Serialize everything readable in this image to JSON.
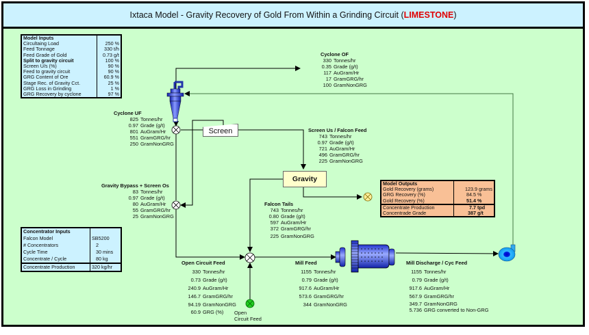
{
  "title": {
    "prefix": "Ixtaca Model - Gravity Recovery of Gold From Within a Grinding Circuit (",
    "highlight": "LIMESTONE",
    "suffix": ")"
  },
  "model_inputs": {
    "header": "Model Inputs",
    "rows": [
      {
        "label": "Circultaing Load",
        "value": "250",
        "unit": "%"
      },
      {
        "label": "Feed Tonnage",
        "value": "330",
        "unit": "t/h"
      },
      {
        "label": "Feed Grade of Gold",
        "value": "0.73",
        "unit": "g/t"
      },
      {
        "label": "Split to gravity circuit",
        "value": "100",
        "unit": "%",
        "bold": true
      },
      {
        "label": "Screen U/s (%)",
        "value": "90",
        "unit": "%"
      },
      {
        "label": "Feed to gravity circuit",
        "value": "90",
        "unit": "%"
      },
      {
        "label": "GRG Content of Ore",
        "value": "60.9",
        "unit": "%"
      },
      {
        "label": "Stage Rec. of Gravity Cct.",
        "value": "25",
        "unit": "%"
      },
      {
        "label": "GRG Loss in Grinding",
        "value": "1",
        "unit": "%"
      },
      {
        "label": "GRG Recovery by cyclone",
        "value": "97",
        "unit": "%"
      }
    ]
  },
  "concentrator_inputs": {
    "header": "Concentrator Inputs",
    "rows": [
      {
        "label": "Falcon Model",
        "value": "SB5200"
      },
      {
        "label": "# Concentrators",
        "value": "2"
      },
      {
        "label": "Cycle Time",
        "value": "30  mins"
      },
      {
        "label": "Concentrate / Cycle",
        "value": "80  kg"
      }
    ],
    "total": {
      "label": "Concentrate Production",
      "value": "320  kg/hr"
    }
  },
  "model_outputs": {
    "header": "Model Outputs",
    "rows": [
      {
        "label": "Gold Recovery (grams)",
        "value": "123.9",
        "unit": "grams"
      },
      {
        "label": "GRG Recovery (%)",
        "value": "84.5",
        "unit": "%"
      },
      {
        "label": "Gold Recovery (%)",
        "value": "51.4",
        "unit": "%",
        "bold": true
      }
    ],
    "rows2": [
      {
        "label": "Concentrate Production",
        "value": "7.7",
        "unit": "tpd",
        "bold": true
      },
      {
        "label": "Concentrade Grade",
        "value": "387",
        "unit": "g/t",
        "bold": true
      }
    ]
  },
  "units": {
    "screen": "Screen",
    "gravity": "Gravity",
    "open_feed_label_1": "Open",
    "open_feed_label_2": "Circuit Feed"
  },
  "streams": {
    "cyclone_of": {
      "title": "Cyclone OF",
      "rows": [
        [
          "330",
          "Tonnes/hr"
        ],
        [
          "0.35",
          "Grade (g/t)"
        ],
        [
          "117",
          "AuGram/Hr"
        ],
        [
          "17",
          "GramGRG/hr"
        ],
        [
          "100",
          "GramNonGRG"
        ]
      ]
    },
    "cyclone_uf": {
      "title": "Cyclone UF",
      "rows": [
        [
          "825",
          "Tonnes/hr"
        ],
        [
          "0.97",
          "Grade (g/t)"
        ],
        [
          "801",
          "AuGram/Hr"
        ],
        [
          "551",
          "GramGRG/hr"
        ],
        [
          "250",
          "GramNonGRG"
        ]
      ]
    },
    "screen_us": {
      "title": "Screen Us / Falcon Feed",
      "rows": [
        [
          "743",
          "Tonnes/hr"
        ],
        [
          "0.97",
          "Grade (g/t)"
        ],
        [
          "721",
          "AuGram/Hr"
        ],
        [
          "496",
          "GramGRG/hr"
        ],
        [
          "225",
          "GramNonGRG"
        ]
      ]
    },
    "bypass": {
      "title": "Gravity Bypass + Screen Os",
      "rows": [
        [
          "83",
          "Tonnes/hr"
        ],
        [
          "0.97",
          "Grade (g/t)"
        ],
        [
          "80",
          "AuGram/Hr"
        ],
        [
          "55",
          "GramGRG/hr"
        ],
        [
          "25",
          "GramNonGRG"
        ]
      ]
    },
    "falcon_tails": {
      "title": "Falcon Tails",
      "rows": [
        [
          "743",
          "Tonnes/hr"
        ],
        [
          "0.80",
          "Grade (g/t)"
        ],
        [
          "597",
          "AuGram/Hr"
        ],
        [
          "372",
          "GramGRG/hr"
        ],
        [
          "225",
          "GramNonGRG"
        ]
      ]
    },
    "open_circuit": {
      "title": "Open Circuit Feed",
      "rows": [
        [
          "330",
          "Tonnes/hr"
        ],
        [
          "0.73",
          "Grade (g/t)"
        ],
        [
          "240.9",
          "AuGram/Hr"
        ],
        [
          "146.7",
          "GramGRG/hr"
        ],
        [
          "94.19",
          "GramNonGRG"
        ],
        [
          "60.9",
          "GRG (%)"
        ]
      ]
    },
    "mill_feed": {
      "title": "Mill Feed",
      "rows": [
        [
          "1155",
          "Tonnes/hr"
        ],
        [
          "0.79",
          "Grade (g/t)"
        ],
        [
          "917.6",
          "AuGram/Hr"
        ],
        [
          "573.6",
          "GramGRG/hr"
        ],
        [
          "344",
          "GramNonGRG"
        ]
      ]
    },
    "mill_discharge": {
      "title": "Mill Discharge / Cyc Feed",
      "rows": [
        [
          "1155",
          "Tonnes/hr"
        ],
        [
          "0.79",
          "Grade (g/t)"
        ],
        [
          "917.6",
          "AuGram/Hr"
        ],
        [
          "567.9",
          "GramGRG/hr"
        ],
        [
          "349.7",
          "GramNonGRG"
        ],
        [
          "5.736",
          "GRG converted to Non-GRG"
        ]
      ]
    }
  },
  "colors": {
    "background": "#ccffcc",
    "title_bg": "#ccf2ff",
    "highlight": "#e00000",
    "inputs_bg": "#ccf2ff",
    "outputs_bg": "#f9c096",
    "gravity_bg": "#ffffcc",
    "equipment_blue": "#3344ee"
  }
}
